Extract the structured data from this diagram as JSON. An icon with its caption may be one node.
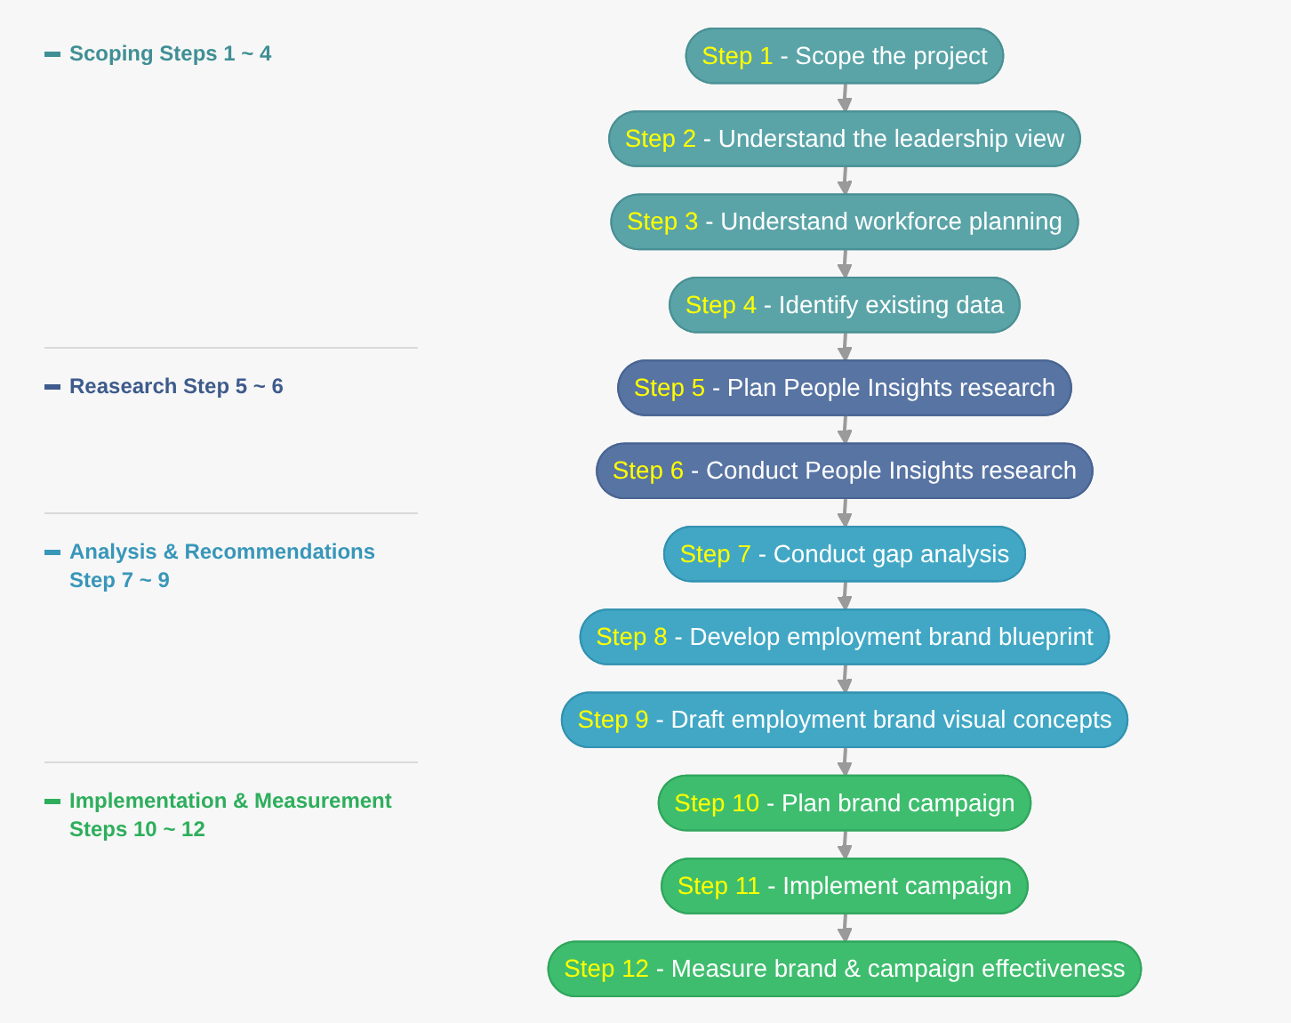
{
  "diagram": {
    "nodes": [
      {
        "text": [
          "Step 1",
          "- Scope the project"
        ]
      },
      {
        "text": [
          "Step 2",
          "- Understand the leadership view"
        ]
      },
      {
        "text": [
          "Step 3",
          "- Understand workforce planning"
        ]
      },
      {
        "text": [
          "Step 4",
          "- Identify existing data"
        ]
      },
      {
        "text": [
          "Step 5",
          "- Plan People Insights research"
        ]
      },
      {
        "text": [
          "Step 6",
          "- Conduct People Insights research"
        ]
      },
      {
        "text": [
          "Step 7",
          "- Conduct gap analysis"
        ]
      },
      {
        "text": [
          "Step 8",
          "- Develop employment brand blueprint"
        ]
      },
      {
        "text": [
          "Step 9",
          "- Draft employment brand visual concepts"
        ]
      },
      {
        "text": [
          "Step 10",
          "- Plan brand campaign"
        ]
      },
      {
        "text": [
          "Step 11",
          "- Implement campaign"
        ]
      },
      {
        "text": [
          "Step 12",
          "- Measure brand & campaign effectiveness"
        ]
      }
    ],
    "edges": [
      {
        "from": 0,
        "to": 1,
        "arrow": "to"
      },
      {
        "from": 1,
        "to": 2,
        "arrow": "to"
      },
      {
        "from": 2,
        "to": 3,
        "arrow": "to"
      },
      {
        "from": 3,
        "to": 4,
        "arrow": "to"
      },
      {
        "from": 4,
        "to": 5,
        "arrow": "to"
      },
      {
        "from": 5,
        "to": 6,
        "arrow": "to"
      },
      {
        "from": 6,
        "to": 7,
        "arrow": "to"
      },
      {
        "from": 7,
        "to": 8,
        "arrow": "to"
      },
      {
        "from": 8,
        "to": 9,
        "arrow": "to"
      },
      {
        "from": 9,
        "to": 10,
        "arrow": "to"
      },
      {
        "from": 10,
        "to": 11,
        "arrow": "to"
      }
    ],
    "labels": [
      "Scoping Steps 1 ~ 4",
      "Reasearch Step 5 ~ 6",
      "Analysis & Recommendations Step 7 ~ 9",
      "Implementation & Measurement Steps 10 ~ 12"
    ]
  }
}
